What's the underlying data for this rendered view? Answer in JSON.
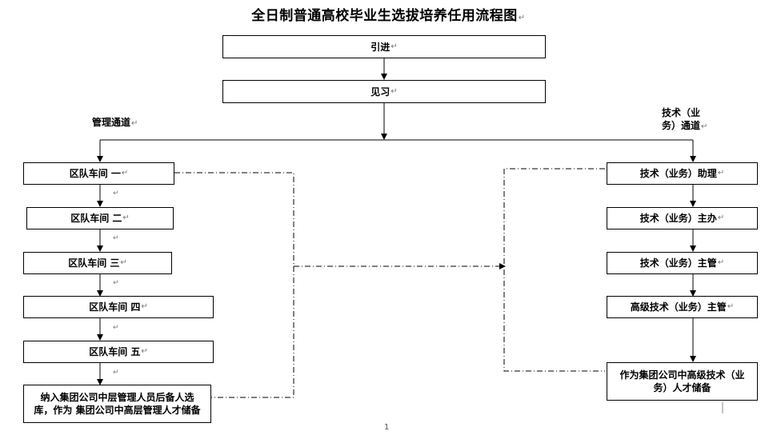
{
  "title": "全日制普通高校毕业生选拔培养任用流程图",
  "para_mark": "↵",
  "top_steps": [
    "引进",
    "见习"
  ],
  "management": {
    "label": "管理通道",
    "steps": [
      "区队车间 一",
      "区队车间 二",
      "区队车间 三",
      "区队车间 四",
      "区队车间 五"
    ],
    "final": "纳入集团公司中层管理人员后备人选库，作为 集团公司中高层管理人才储备"
  },
  "technical": {
    "label": "技术（业务）通道",
    "steps": [
      "技术（业务）助理",
      "技术（业务）主办",
      "技术（业务）主管",
      "高级技术（业务）主管"
    ],
    "final": "作为集团公司中高级技术（业务）人才储备"
  },
  "page_number": "1"
}
